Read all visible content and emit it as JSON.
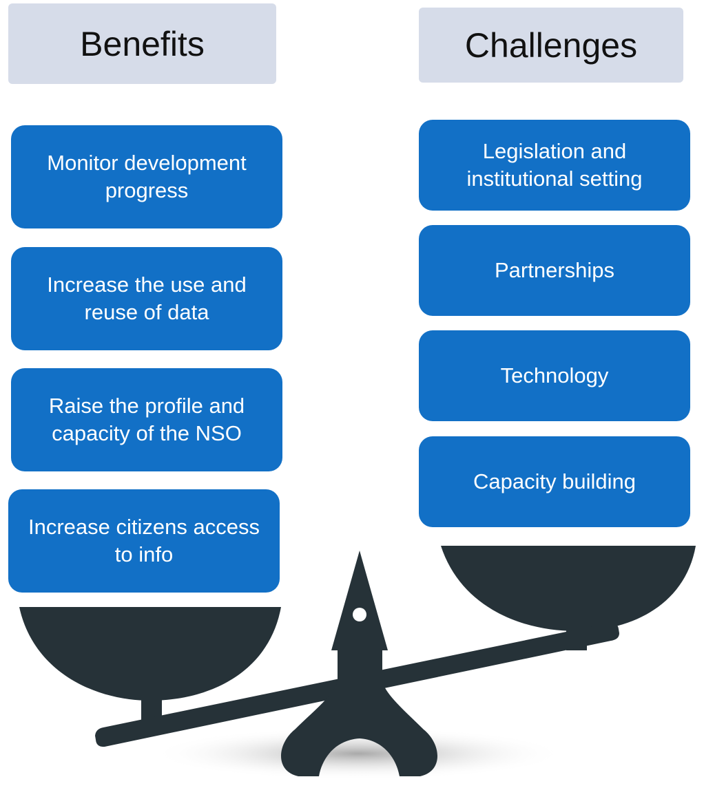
{
  "benefits": {
    "heading": "Benefits",
    "items": [
      "Monitor development progress",
      "Increase the use and reuse of data",
      "Raise the profile and capacity of the NSO",
      "Increase citizens access to info"
    ]
  },
  "challenges": {
    "heading": "Challenges",
    "items": [
      "Legislation and institutional setting",
      "Partnerships",
      "Technology",
      "Capacity building"
    ]
  },
  "colors": {
    "header_bg": "#d6dce9",
    "box_bg": "#1270c6",
    "scale": "#263238"
  },
  "icons": {
    "balance": "balance-scale-icon"
  }
}
